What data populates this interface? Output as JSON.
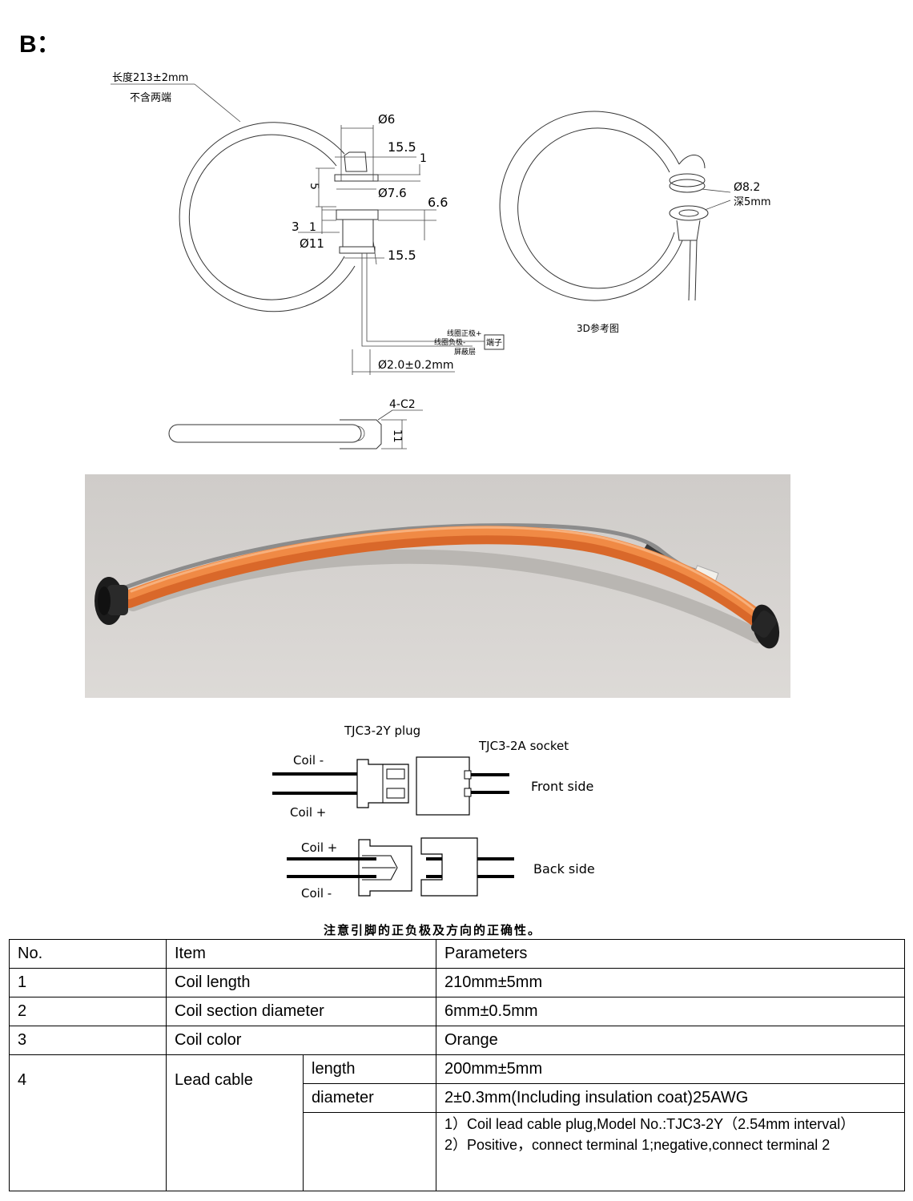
{
  "heading": "B：",
  "drawing": {
    "length_line1": "长度213±2mm",
    "length_line2": "不含两端",
    "dim_d6": "Ø6",
    "dim_15_5_top": "15.5",
    "dim_1_top": "1",
    "dim_5": "5",
    "dim_d7_6": "Ø7.6",
    "dim_6_6": "6.6",
    "dim_3": "3",
    "dim_1_mid": "1",
    "dim_d11": "Ø11",
    "dim_15_5_bottom": "15.5",
    "wire_label_1": "线圈正极+",
    "wire_label_2": "线圈负极-",
    "wire_label_3": "屏蔽层",
    "terminal_label": "端子",
    "cable_dim": "Ø2.0±0.2mm",
    "ref_label": "3D参考图",
    "ref_dim_1": "Ø8.2",
    "ref_dim_2": "深5mm",
    "chamfer": "4-C2",
    "dim_11": "11"
  },
  "connector": {
    "plug_label": "TJC3-2Y plug",
    "socket_label": "TJC3-2A socket",
    "front_coil_minus": "Coil -",
    "front_coil_plus": "Coil +",
    "front_side": "Front side",
    "back_coil_plus": "Coil +",
    "back_coil_minus": "Coil -",
    "back_side": "Back side"
  },
  "note": "注意引脚的正负极及方向的正确性。",
  "table": {
    "headers": [
      "No.",
      "Item",
      "Parameters"
    ],
    "rows": [
      {
        "no": "1",
        "item": "Coil length",
        "param": "210mm±5mm"
      },
      {
        "no": "2",
        "item": "Coil section diameter",
        "param": "6mm±0.5mm"
      },
      {
        "no": "3",
        "item": "Coil color",
        "param": "Orange"
      }
    ],
    "row4": {
      "no": "4",
      "item": "Lead cable",
      "sub1_label": "length",
      "sub1_value": "200mm±5mm",
      "sub2_label": "diameter",
      "sub2_value": "2±0.3mm(Including insulation coat)25AWG",
      "notes": [
        "1）Coil lead cable plug,Model No.:TJC3-2Y（2.54mm interval）",
        "2）Positive，connect terminal 1;negative,connect terminal 2"
      ]
    }
  },
  "colors": {
    "coil": "#f08a45",
    "cable": "#8c8c8c",
    "photo_bg": "#d6d3d0"
  }
}
